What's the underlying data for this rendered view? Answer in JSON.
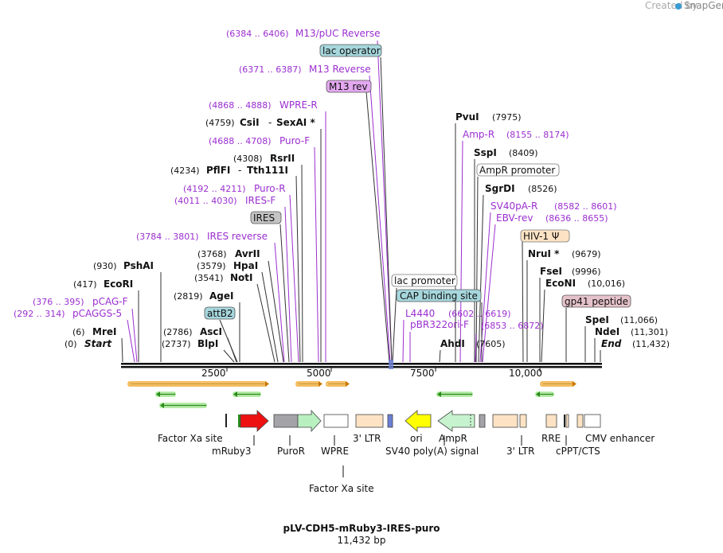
{
  "header": {
    "credit": "Created by",
    "brand": "SnapGene"
  },
  "map": {
    "title": "pLV-CDH5-mRuby3-IRES-puro",
    "subtitle": "11,432 bp",
    "start_label": "Start",
    "end_label": "End",
    "ticks": [
      "2500",
      "5000",
      "7500",
      "10,000"
    ]
  },
  "sites": [
    {
      "name": "M13/pUC Reverse",
      "coords": "(6384 .. 6406)",
      "kind": "primer"
    },
    {
      "name": "lac operator",
      "kind": "feature",
      "color": "#a6d7dd"
    },
    {
      "name": "M13 Reverse",
      "coords": "(6371 .. 6387)",
      "kind": "primer"
    },
    {
      "name": "M13 rev",
      "kind": "feature",
      "color": "#e3a8f0"
    },
    {
      "name": "WPRE-R",
      "coords": "(4868 .. 4888)",
      "kind": "primer"
    },
    {
      "name": "CsiI",
      "pos": "(4759)",
      "kind": "enzyme"
    },
    {
      "name": "SexAI *",
      "kind": "enzyme"
    },
    {
      "name": "Puro-F",
      "coords": "(4688 .. 4708)",
      "kind": "primer"
    },
    {
      "name": "RsrII",
      "pos": "(4308)",
      "kind": "enzyme"
    },
    {
      "name": "PflFI",
      "pos": "(4234)",
      "kind": "enzyme"
    },
    {
      "name": "Tth111I",
      "kind": "enzyme"
    },
    {
      "name": "Puro-R",
      "coords": "(4192 .. 4211)",
      "kind": "primer"
    },
    {
      "name": "IRES-F",
      "coords": "(4011 .. 4030)",
      "kind": "primer"
    },
    {
      "name": "IRES",
      "kind": "feature",
      "color": "#c4c4c4"
    },
    {
      "name": "IRES reverse",
      "coords": "(3784 .. 3801)",
      "kind": "primer"
    },
    {
      "name": "AvrII",
      "pos": "(3768)",
      "kind": "enzyme"
    },
    {
      "name": "PshAI",
      "pos": "(930)",
      "kind": "enzyme"
    },
    {
      "name": "HpaI",
      "pos": "(3579)",
      "kind": "enzyme"
    },
    {
      "name": "EcoRI",
      "pos": "(417)",
      "kind": "enzyme"
    },
    {
      "name": "NotI",
      "pos": "(3541)",
      "kind": "enzyme"
    },
    {
      "name": "pCAG-F",
      "coords": "(376 .. 395)",
      "kind": "primer"
    },
    {
      "name": "AgeI",
      "pos": "(2819)",
      "kind": "enzyme"
    },
    {
      "name": "pCAGGS-5",
      "coords": "(292 .. 314)",
      "kind": "primer"
    },
    {
      "name": "attB2",
      "kind": "feature",
      "color": "#a6d7dd"
    },
    {
      "name": "MreI",
      "pos": "(6)",
      "kind": "enzyme"
    },
    {
      "name": "AscI",
      "pos": "(2786)",
      "kind": "enzyme"
    },
    {
      "name": "BlpI",
      "pos": "(2737)",
      "kind": "enzyme"
    },
    {
      "name": "lac promoter",
      "kind": "feature",
      "color": "#ffffff"
    },
    {
      "name": "CAP binding site",
      "kind": "feature",
      "color": "#a6d7dd"
    },
    {
      "name": "L4440",
      "kind": "primer"
    },
    {
      "name": "pBR322ori-F",
      "kind": "primer"
    },
    {
      "name": "",
      "coords": "(6602 .. 6619)",
      "kind": "primer"
    },
    {
      "name": "",
      "coords": "(6853 .. 6872)",
      "kind": "primer"
    },
    {
      "name": "AhdI",
      "pos": "(7605)",
      "kind": "enzyme"
    },
    {
      "name": "PvuI",
      "pos": "(7975)",
      "kind": "enzyme"
    },
    {
      "name": "Amp-R",
      "coords": "(8155 .. 8174)",
      "kind": "primer"
    },
    {
      "name": "SspI",
      "pos": "(8409)",
      "kind": "enzyme"
    },
    {
      "name": "AmpR promoter",
      "kind": "feature",
      "color": "#ffffff"
    },
    {
      "name": "SgrDI",
      "pos": "(8526)",
      "kind": "enzyme"
    },
    {
      "name": "SV40pA-R",
      "coords": "(8582 .. 8601)",
      "kind": "primer"
    },
    {
      "name": "EBV-rev",
      "coords": "(8636 .. 8655)",
      "kind": "primer"
    },
    {
      "name": "HIV-1 Ψ",
      "kind": "feature",
      "color": "#fde3c4"
    },
    {
      "name": "NruI *",
      "pos": "(9679)",
      "kind": "enzyme"
    },
    {
      "name": "FseI",
      "pos": "(9996)",
      "kind": "enzyme"
    },
    {
      "name": "EcoNI",
      "pos": "(10,016)",
      "kind": "enzyme"
    },
    {
      "name": "gp41 peptide",
      "kind": "feature",
      "color": "#e6c3cb"
    },
    {
      "name": "SpeI",
      "pos": "(11,066)",
      "kind": "enzyme"
    },
    {
      "name": "NdeI",
      "pos": "(11,301)",
      "kind": "enzyme"
    },
    {
      "name": "",
      "pos": "(0)",
      "kind": "start"
    },
    {
      "name": "",
      "pos": "(11,432)",
      "kind": "end"
    }
  ],
  "features": {
    "factor_xa_1": "Factor Xa site",
    "mruby3": "mRuby3",
    "puror": "PuroR",
    "wpre": "WPRE",
    "ltr3_1": "3' LTR",
    "ori": "ori",
    "sv40": "SV40 poly(A) signal",
    "ampr": "AmpR",
    "ltr3_2": "3' LTR",
    "rre": "RRE",
    "cppt": "cPPT/CTS",
    "cmv": "CMV enhancer",
    "factor_xa_2": "Factor Xa site"
  },
  "colors": {
    "primer": "#9b2fd0",
    "enzyme": "#111111",
    "mruby": "#ee1111",
    "puror_body": "#a3a3a8",
    "puror_arrow": "#b8f0bf",
    "ltr": "#fde3c4",
    "ori": "#ffff00",
    "ampr": "#c6f3cd",
    "primer_bar": "#f0a830",
    "green_arrow": "#2c8a1c"
  }
}
